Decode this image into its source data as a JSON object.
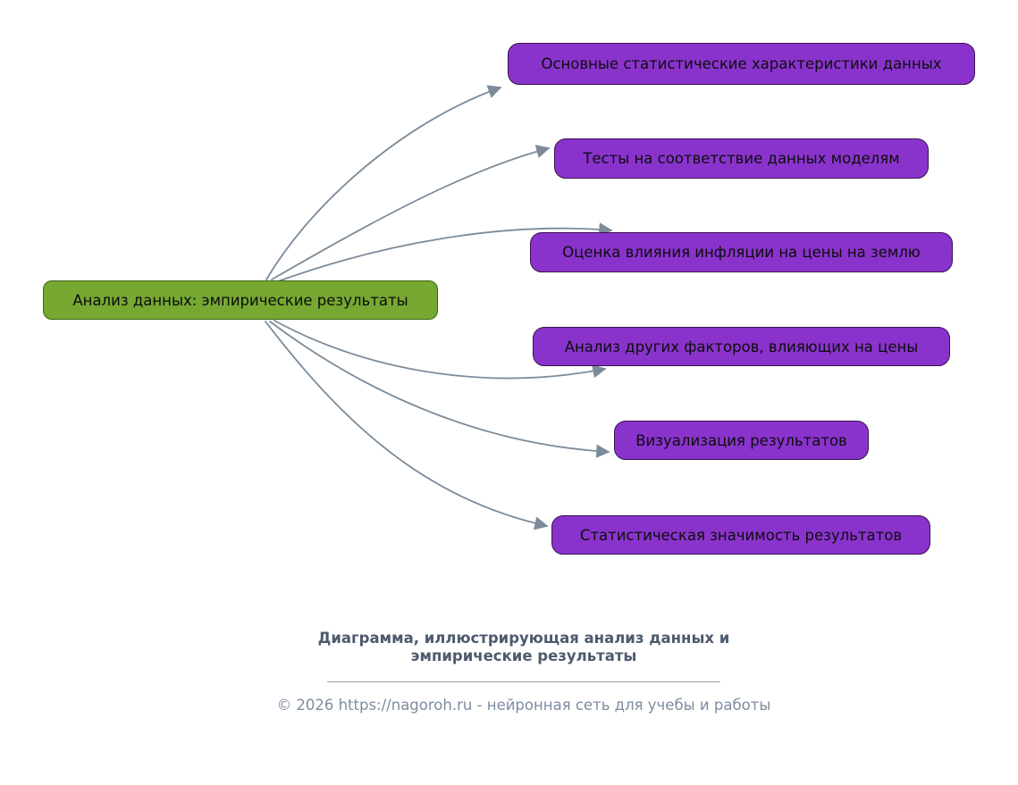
{
  "diagram": {
    "root": {
      "label": "Анализ данных: эмпирические результаты",
      "fill": "#76a832",
      "border": "#3e6414"
    },
    "branches": [
      {
        "label": "Основные статистические характеристики данных"
      },
      {
        "label": "Тесты на соответствие данных моделям"
      },
      {
        "label": "Оценка влияния инфляции на цены на землю"
      },
      {
        "label": "Анализ других факторов, влияющих на цены"
      },
      {
        "label": "Визуализация результатов"
      },
      {
        "label": "Статистическая значимость результатов"
      }
    ],
    "branch_fill": "#8a33cc",
    "branch_border": "#38124f",
    "edge_color": "#7b8b9a",
    "text_color": "#0d0d0d"
  },
  "caption": {
    "title_line1": "Диаграмма, иллюстрирующая анализ данных и",
    "title_line2": "эмпирические результаты",
    "footer": "© 2026 https://nagoroh.ru - нейронная сеть для учебы и работы"
  }
}
